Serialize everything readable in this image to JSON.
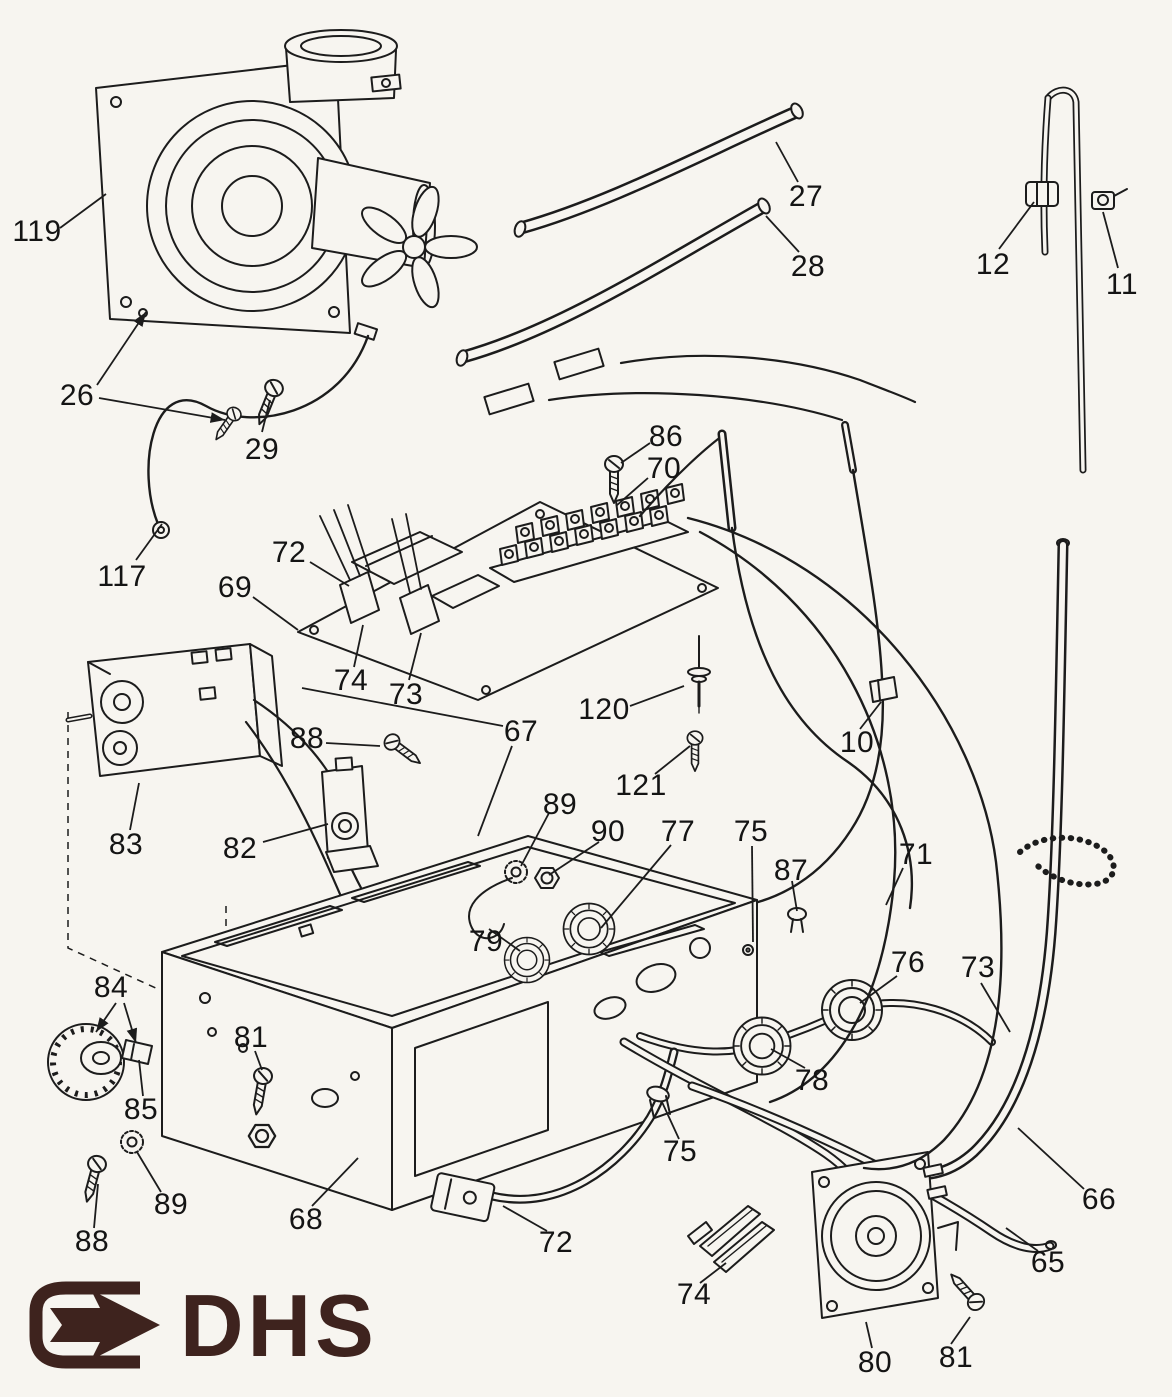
{
  "colors": {
    "ink": "#1c1c1c",
    "background": "#f7f5f0",
    "brand": "#3e231e",
    "label": "#141414"
  },
  "brand": {
    "name": "DHS"
  },
  "labels": [
    {
      "text": "119"
    },
    {
      "text": "26"
    },
    {
      "text": "29"
    },
    {
      "text": "117"
    },
    {
      "text": "27"
    },
    {
      "text": "28"
    },
    {
      "text": "12"
    },
    {
      "text": "11"
    },
    {
      "text": "86"
    },
    {
      "text": "70"
    },
    {
      "text": "72"
    },
    {
      "text": "69"
    },
    {
      "text": "74"
    },
    {
      "text": "73"
    },
    {
      "text": "67"
    },
    {
      "text": "88"
    },
    {
      "text": "83"
    },
    {
      "text": "82"
    },
    {
      "text": "120"
    },
    {
      "text": "121"
    },
    {
      "text": "10"
    },
    {
      "text": "89"
    },
    {
      "text": "90"
    },
    {
      "text": "77"
    },
    {
      "text": "75"
    },
    {
      "text": "87"
    },
    {
      "text": "71"
    },
    {
      "text": "84"
    },
    {
      "text": "81"
    },
    {
      "text": "79"
    },
    {
      "text": "76"
    },
    {
      "text": "73"
    },
    {
      "text": "85"
    },
    {
      "text": "78"
    },
    {
      "text": "75"
    },
    {
      "text": "89"
    },
    {
      "text": "88"
    },
    {
      "text": "68"
    },
    {
      "text": "72"
    },
    {
      "text": "74"
    },
    {
      "text": "80"
    },
    {
      "text": "81"
    },
    {
      "text": "66"
    },
    {
      "text": "65"
    }
  ]
}
